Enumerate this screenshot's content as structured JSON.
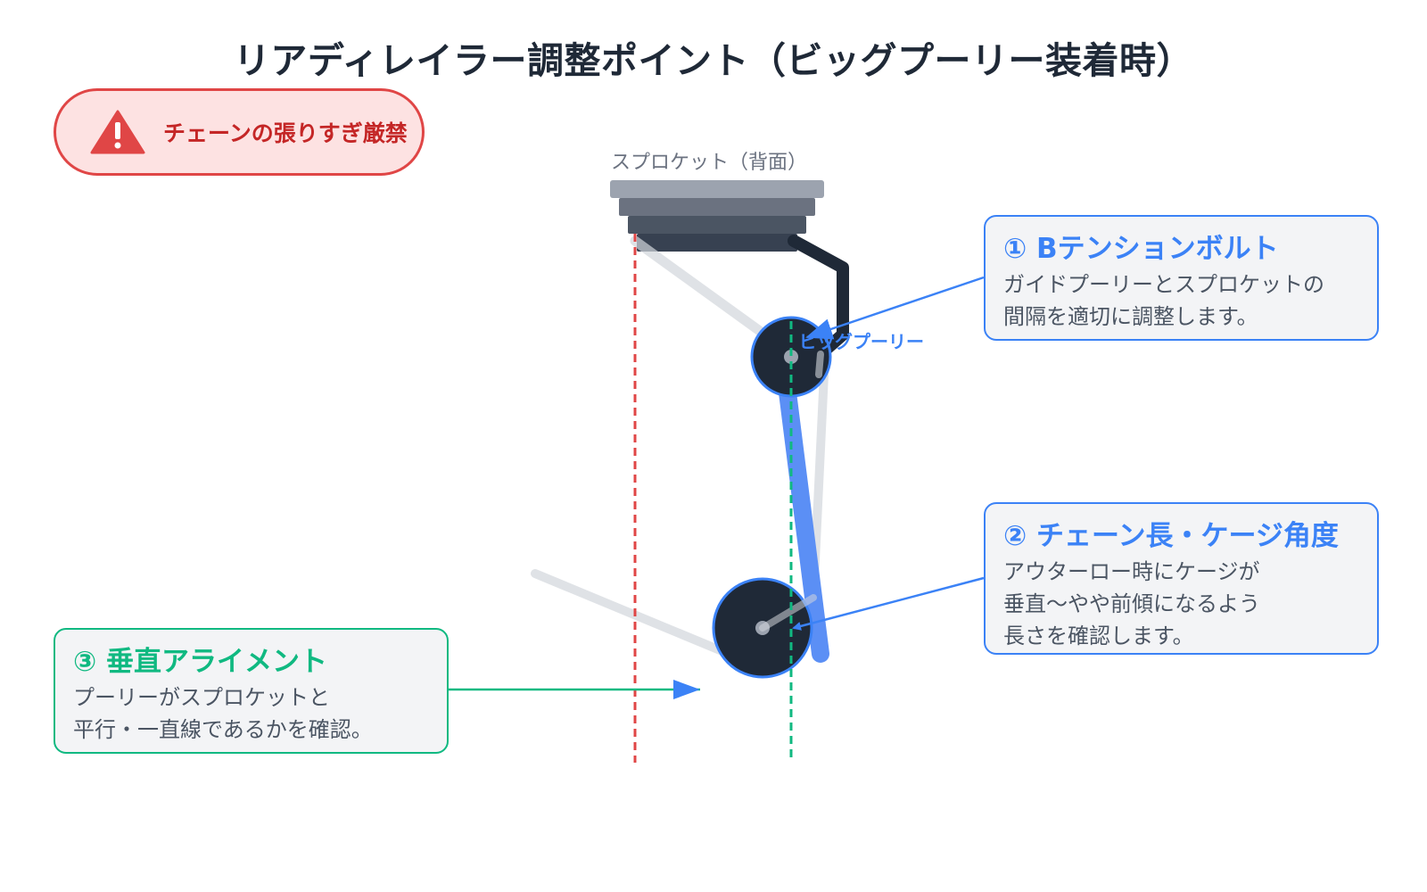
{
  "title": "リアディレイラー調整ポイント（ビッグプーリー装着時）",
  "warning": {
    "icon": "warning-triangle-icon",
    "text": "チェーンの張りすぎ厳禁",
    "color": "#c42626"
  },
  "diagram": {
    "sprocket_label": "スプロケット（背面）",
    "pulley_label": "ビッグプーリー"
  },
  "callouts": {
    "b_tension": {
      "title": "① Bテンションボルト",
      "lines": [
        "ガイドプーリーとスプロケットの",
        "間隔を適切に調整します。"
      ]
    },
    "chain_length": {
      "title": "② チェーン長・ケージ角度",
      "lines": [
        "アウターロー時にケージが",
        "垂直〜やや前傾になるよう",
        "長さを確認します。"
      ]
    },
    "alignment": {
      "title": "③ 垂直アライメント",
      "lines": [
        "プーリーがスプロケットと",
        "平行・一直線であるかを確認。"
      ]
    }
  },
  "colors": {
    "accent_blue": "#3b82f6",
    "accent_green": "#10b981",
    "warning_red": "#e04646",
    "dark": "#1f2937"
  }
}
